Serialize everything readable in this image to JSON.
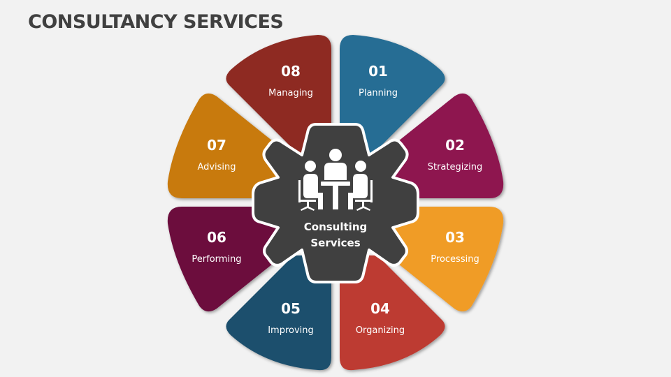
{
  "title": "CONSULTANCY SERVICES",
  "center": {
    "line1": "Consulting",
    "line2": "Services",
    "icon": "meeting-people-icon",
    "color": "#404040"
  },
  "segments": [
    {
      "number": "01",
      "label": "Planning",
      "color": "#276d94"
    },
    {
      "number": "02",
      "label": "Strategizing",
      "color": "#8e1650"
    },
    {
      "number": "03",
      "label": "Processing",
      "color": "#f09c28"
    },
    {
      "number": "04",
      "label": "Organizing",
      "color": "#bd3a30"
    },
    {
      "number": "05",
      "label": "Improving",
      "color": "#1f506d"
    },
    {
      "number": "06",
      "label": "Performing",
      "color": "#6c103e"
    },
    {
      "number": "07",
      "label": "Advising",
      "color": "#c87a10"
    },
    {
      "number": "08",
      "label": "Managing",
      "color": "#8e2a24"
    }
  ]
}
